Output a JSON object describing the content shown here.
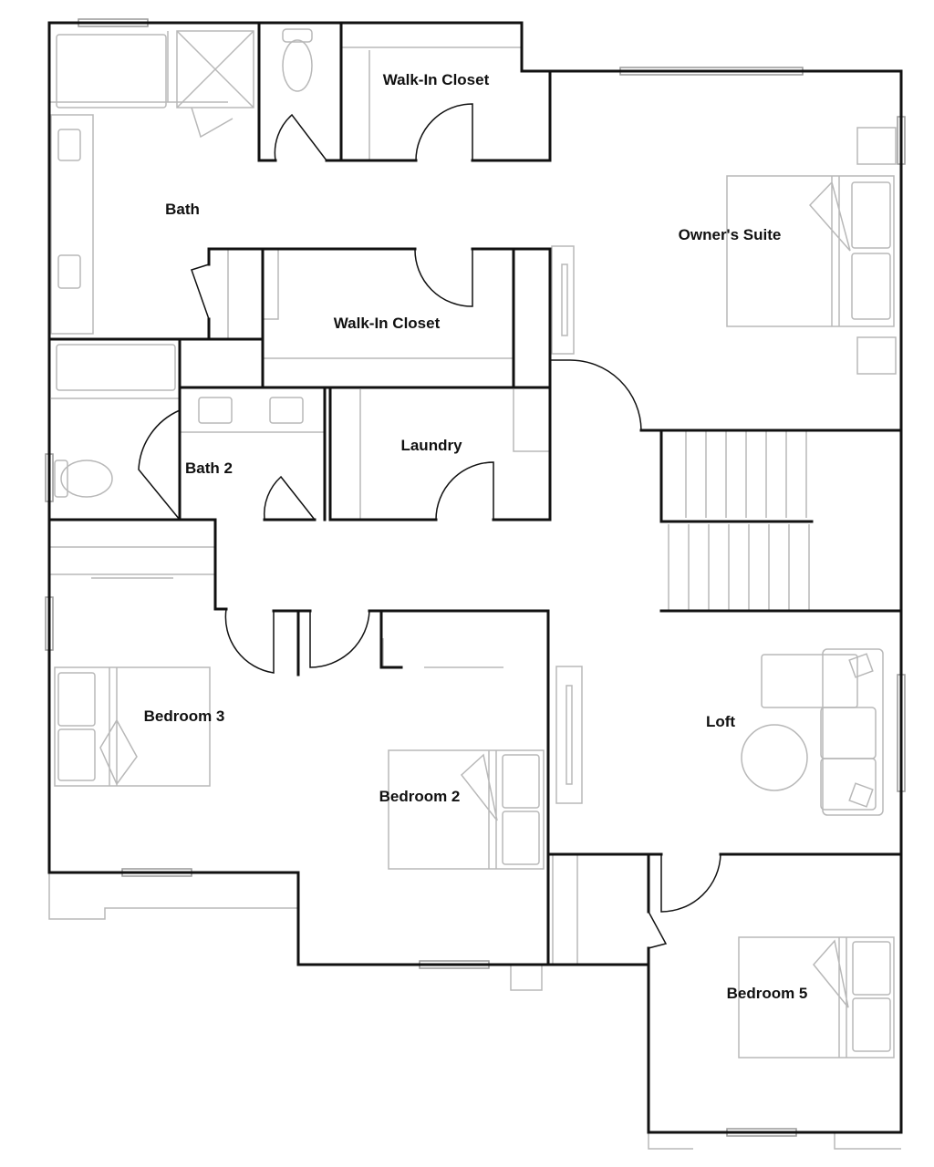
{
  "rooms": {
    "walk_in_closet_1": "Walk-In Closet",
    "bath": "Bath",
    "owners_suite": "Owner's Suite",
    "walk_in_closet_2": "Walk-In Closet",
    "laundry": "Laundry",
    "bath_2": "Bath 2",
    "bedroom_3": "Bedroom 3",
    "bedroom_2": "Bedroom 2",
    "loft": "Loft",
    "bedroom_5": "Bedroom 5"
  },
  "colors": {
    "wall": "#111111",
    "fixture": "#b8b8b8",
    "background": "#ffffff"
  }
}
